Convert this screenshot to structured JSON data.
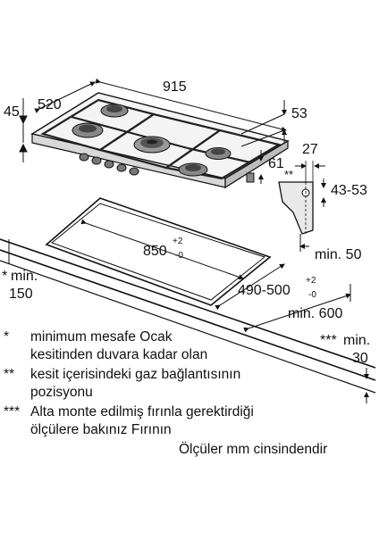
{
  "dimensions": {
    "cooktop_depth": "520",
    "cooktop_width": "915",
    "cooktop_height": "45",
    "front_overhang": "53",
    "gas_depth": "61",
    "bracket_width": "27",
    "bracket_height": "43-53",
    "bracket_marker": "**",
    "cutout_width_base": "850",
    "cutout_width_tol_plus": "+2",
    "cutout_width_tol_minus": "-0",
    "cutout_depth_base": "490-500",
    "cutout_depth_tol_plus": "+2",
    "cutout_depth_tol_minus": "-0",
    "min_rear": "min. 50",
    "min_front": "min. 600",
    "min_side_marker": "*",
    "min_side_label": "min.",
    "min_side_value": "150",
    "min_bottom_marker": "***",
    "min_bottom_label": "min.",
    "min_bottom_value": "30"
  },
  "notes": [
    {
      "mark": "*",
      "text": "minimum mesafe Ocak"
    },
    {
      "mark": "",
      "text": "kesitinden duvara kadar olan"
    },
    {
      "mark": "**",
      "text": "kesit içerisindeki gaz bağlantısının"
    },
    {
      "mark": "",
      "text": "pozisyonu"
    },
    {
      "mark": "***",
      "text": "Alta monte edilmiş fırınla gerektirdiği"
    },
    {
      "mark": "",
      "text": "ölçülere bakınız Fırının"
    }
  ],
  "unit_note": "Ölçüler mm cinsindendir"
}
